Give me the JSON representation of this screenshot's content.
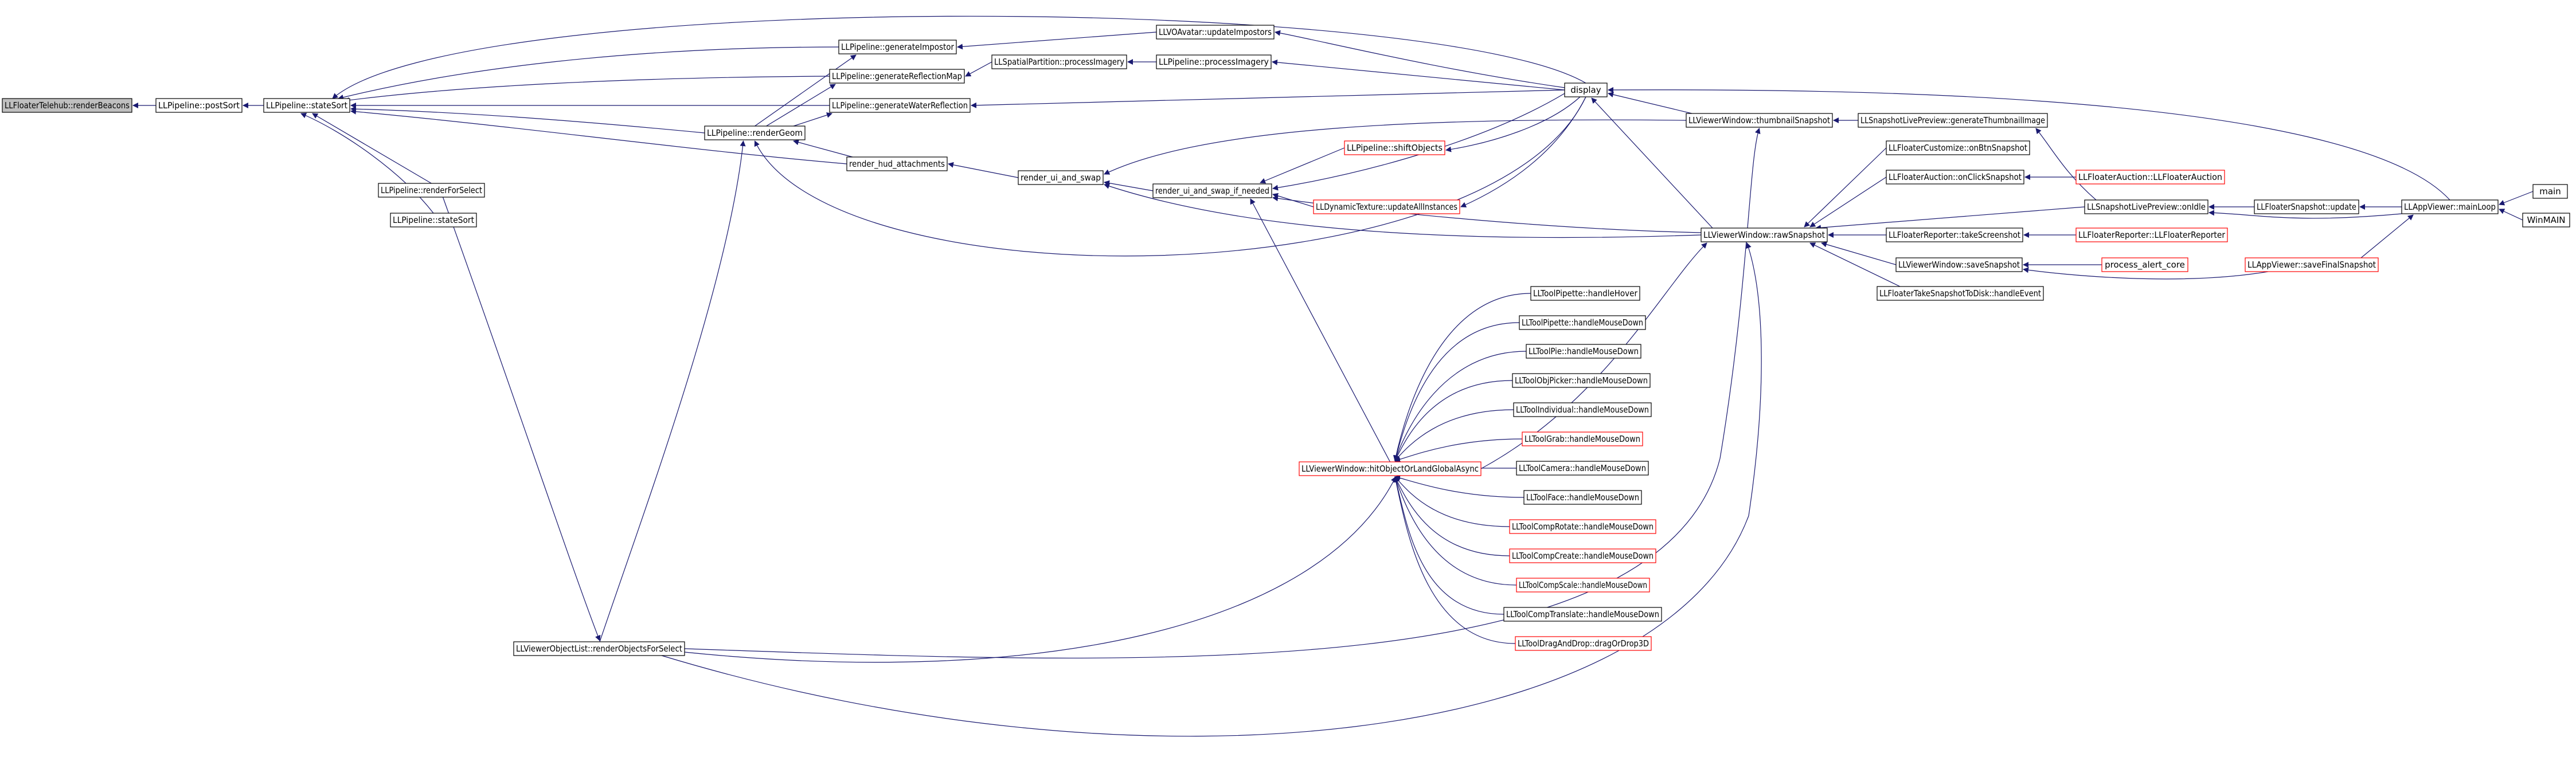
{
  "colors": {
    "edge": "#191970",
    "node_border": "#000000",
    "node_border_truncated": "#ff0000",
    "root_fill": "#bfbfbf",
    "node_fill": "#ffffff"
  },
  "nodes": [
    {
      "id": "n_root",
      "label": "LLFloaterTelehub::renderBeacons",
      "style": "root"
    },
    {
      "id": "n_postSort",
      "label": "LLPipeline::postSort",
      "style": "normal"
    },
    {
      "id": "n_stateSort",
      "label": "LLPipeline::stateSort",
      "style": "normal"
    },
    {
      "id": "n_genImpostor",
      "label": "LLPipeline::generateImpostor",
      "style": "normal"
    },
    {
      "id": "n_genRefl",
      "label": "LLPipeline::generateReflectionMap",
      "style": "normal"
    },
    {
      "id": "n_genWater",
      "label": "LLPipeline::generateWaterReflection",
      "style": "normal"
    },
    {
      "id": "n_renderGeom",
      "label": "LLPipeline::renderGeom",
      "style": "normal"
    },
    {
      "id": "n_renderForSelect",
      "label": "LLPipeline::renderForSelect",
      "style": "normal"
    },
    {
      "id": "n_stateSort2",
      "label": "LLPipeline::stateSort",
      "style": "normal"
    },
    {
      "id": "n_hud",
      "label": "render_hud_attachments",
      "style": "normal"
    },
    {
      "id": "n_spatial",
      "label": "LLSpatialPartition::processImagery",
      "style": "normal"
    },
    {
      "id": "n_procImg",
      "label": "LLPipeline::processImagery",
      "style": "normal"
    },
    {
      "id": "n_voavatar",
      "label": "LLVOAvatar::updateImpostors",
      "style": "normal"
    },
    {
      "id": "n_display",
      "label": "display",
      "style": "normal"
    },
    {
      "id": "n_rus",
      "label": "render_ui_and_swap",
      "style": "normal"
    },
    {
      "id": "n_rusn",
      "label": "render_ui_and_swap_if_needed",
      "style": "normal"
    },
    {
      "id": "n_shift",
      "label": "LLPipeline::shiftObjects",
      "style": "truncated"
    },
    {
      "id": "n_dyntex",
      "label": "LLDynamicTexture::updateAllInstances",
      "style": "truncated"
    },
    {
      "id": "n_thumb",
      "label": "LLViewerWindow::thumbnailSnapshot",
      "style": "normal"
    },
    {
      "id": "n_rawsnap",
      "label": "LLViewerWindow::rawSnapshot",
      "style": "normal"
    },
    {
      "id": "n_genThumb",
      "label": "LLSnapshotLivePreview::generateThumbnailImage",
      "style": "normal"
    },
    {
      "id": "n_fcust",
      "label": "LLFloaterCustomize::onBtnSnapshot",
      "style": "normal"
    },
    {
      "id": "n_fauc",
      "label": "LLFloaterAuction::onClickSnapshot",
      "style": "normal"
    },
    {
      "id": "n_faucC",
      "label": "LLFloaterAuction::LLFloaterAuction",
      "style": "truncated"
    },
    {
      "id": "n_onidle",
      "label": "LLSnapshotLivePreview::onIdle",
      "style": "normal"
    },
    {
      "id": "n_fsnapupd",
      "label": "LLFloaterSnapshot::update",
      "style": "normal"
    },
    {
      "id": "n_mainloop",
      "label": "LLAppViewer::mainLoop",
      "style": "normal"
    },
    {
      "id": "n_main",
      "label": "main",
      "style": "normal"
    },
    {
      "id": "n_winmain",
      "label": "WinMAIN",
      "style": "normal"
    },
    {
      "id": "n_frep",
      "label": "LLFloaterReporter::takeScreenshot",
      "style": "normal"
    },
    {
      "id": "n_frepC",
      "label": "LLFloaterReporter::LLFloaterReporter",
      "style": "truncated"
    },
    {
      "id": "n_savesnap",
      "label": "LLViewerWindow::saveSnapshot",
      "style": "normal"
    },
    {
      "id": "n_pac",
      "label": "process_alert_core",
      "style": "truncated"
    },
    {
      "id": "n_savefinal",
      "label": "LLAppViewer::saveFinalSnapshot",
      "style": "truncated"
    },
    {
      "id": "n_ftake",
      "label": "LLFloaterTakeSnapshotToDisk::handleEvent",
      "style": "normal"
    },
    {
      "id": "n_hit",
      "label": "LLViewerWindow::hitObjectOrLandGlobalAsync",
      "style": "truncated"
    },
    {
      "id": "n_t1",
      "label": "LLToolPipette::handleHover",
      "style": "normal"
    },
    {
      "id": "n_t2",
      "label": "LLToolPipette::handleMouseDown",
      "style": "normal"
    },
    {
      "id": "n_t3",
      "label": "LLToolPie::handleMouseDown",
      "style": "normal"
    },
    {
      "id": "n_t4",
      "label": "LLToolObjPicker::handleMouseDown",
      "style": "normal"
    },
    {
      "id": "n_t5",
      "label": "LLToolIndividual::handleMouseDown",
      "style": "normal"
    },
    {
      "id": "n_t6",
      "label": "LLToolGrab::handleMouseDown",
      "style": "truncated"
    },
    {
      "id": "n_t7",
      "label": "LLToolCamera::handleMouseDown",
      "style": "normal"
    },
    {
      "id": "n_t8",
      "label": "LLToolFace::handleMouseDown",
      "style": "normal"
    },
    {
      "id": "n_t9",
      "label": "LLToolCompRotate::handleMouseDown",
      "style": "truncated"
    },
    {
      "id": "n_t10",
      "label": "LLToolCompCreate::handleMouseDown",
      "style": "truncated"
    },
    {
      "id": "n_t11",
      "label": "LLToolCompScale::handleMouseDown",
      "style": "truncated"
    },
    {
      "id": "n_t12",
      "label": "LLToolCompTranslate::handleMouseDown",
      "style": "normal"
    },
    {
      "id": "n_t13",
      "label": "LLToolDragAndDrop::dragOrDrop3D",
      "style": "truncated"
    },
    {
      "id": "n_vol",
      "label": "LLViewerObjectList::renderObjectsForSelect",
      "style": "normal"
    }
  ]
}
